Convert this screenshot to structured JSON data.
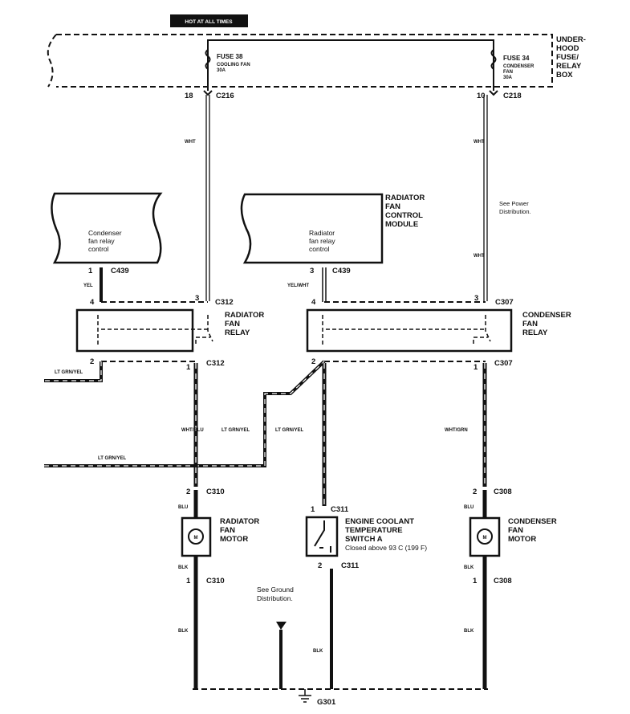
{
  "header": {
    "hot_label": "HOT AT ALL TIMES"
  },
  "fuse_box": {
    "title": [
      "UNDER-",
      "HOOD",
      "FUSE/",
      "RELAY",
      "BOX"
    ],
    "fuse_left": {
      "name": "FUSE 38",
      "desc": "COOLING FAN",
      "rating": "30A"
    },
    "fuse_right": {
      "name": "FUSE 34",
      "desc1": "CONDENSER",
      "desc2": "FAN",
      "rating": "30A"
    }
  },
  "connectors": {
    "c216": {
      "pin": "18",
      "name": "C216"
    },
    "c218": {
      "pin": "10",
      "name": "C218"
    },
    "c439_left": {
      "pin": "1",
      "name": "C439"
    },
    "c439_right": {
      "pin": "3",
      "name": "C439"
    },
    "c312_top": {
      "pin4": "4",
      "pin3": "3",
      "name": "C312"
    },
    "c312_bot": {
      "pin2": "2",
      "pin1": "1",
      "name": "C312"
    },
    "c307_top": {
      "pin4": "4",
      "pin3": "3",
      "name": "C307"
    },
    "c307_bot": {
      "pin2": "2",
      "pin1": "1",
      "name": "C307"
    },
    "c310_top": {
      "pin": "2",
      "name": "C310"
    },
    "c310_bot": {
      "pin": "1",
      "name": "C310"
    },
    "c311_top": {
      "pin": "1",
      "name": "C311"
    },
    "c311_bot": {
      "pin": "2",
      "name": "C311"
    },
    "c308_top": {
      "pin": "2",
      "name": "C308"
    },
    "c308_bot": {
      "pin": "1",
      "name": "C308"
    },
    "ground": "G301"
  },
  "wires": {
    "wht_left": "WHT",
    "wht_right_1": "WHT",
    "wht_right_2": "WHT",
    "yel": "YEL",
    "yel_wht": "YEL/WHT",
    "lt_grn_yel_1": "LT GRN/YEL",
    "lt_grn_yel_2": "LT GRN/YEL",
    "lt_grn_yel_3": "LT GRN/YEL",
    "lt_grn_yel_4": "LT GRN/YEL",
    "wht_blu": "WHT/BLU",
    "wht_grn": "WHT/GRN",
    "blu_left": "BLU",
    "blu_right": "BLU",
    "blk_left_1": "BLK",
    "blk_left_2": "BLK",
    "blk_mid": "BLK",
    "blk_right_1": "BLK",
    "blk_right_2": "BLK"
  },
  "components": {
    "condenser_control": [
      "Condenser",
      "fan relay",
      "control"
    ],
    "radiator_control": [
      "Radiator",
      "fan relay",
      "control"
    ],
    "control_module": [
      "RADIATOR",
      "FAN",
      "CONTROL",
      "MODULE"
    ],
    "radiator_relay": [
      "RADIATOR",
      "FAN",
      "RELAY"
    ],
    "condenser_relay": [
      "CONDENSER",
      "FAN",
      "RELAY"
    ],
    "radiator_motor": [
      "RADIATOR",
      "FAN",
      "MOTOR"
    ],
    "condenser_motor": [
      "CONDENSER",
      "FAN",
      "MOTOR"
    ],
    "motor_symbol": "M",
    "switch": [
      "ENGINE COOLANT",
      "TEMPERATURE",
      "SWITCH A"
    ],
    "switch_note": "Closed above 93 C (199 F)"
  },
  "notes": {
    "power": [
      "See Power",
      "Distribution."
    ],
    "ground": [
      "See Ground",
      "Distribution."
    ]
  }
}
